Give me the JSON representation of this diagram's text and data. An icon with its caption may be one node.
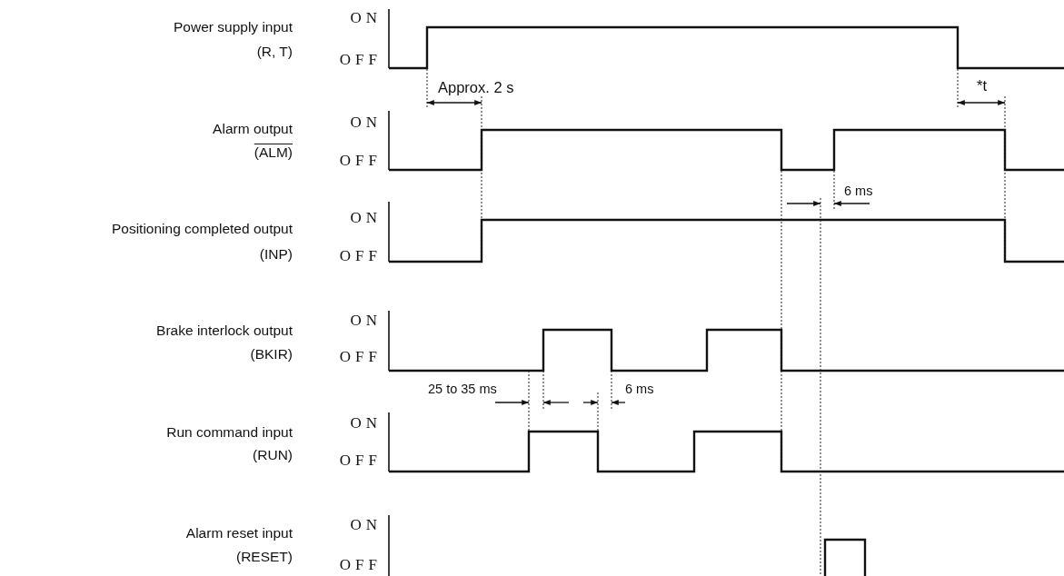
{
  "diagram": {
    "labels": [
      "Power supply input",
      "(R, T)",
      "ON",
      "OFF",
      "Approx. 2 s",
      "*t",
      "Alarm output",
      "(ALM)",
      "ON",
      "OFF",
      "6 ms",
      "Positioning completed output",
      "(INP)",
      "ON",
      "OFF",
      "Brake interlock output",
      "(BKIR)",
      "ON",
      "OFF",
      "25 to 35 ms",
      "6 ms",
      "Run command input",
      "(RUN)",
      "ON",
      "OFF",
      "Alarm reset input",
      "(RESET)",
      "ON",
      "OFF"
    ]
  }
}
